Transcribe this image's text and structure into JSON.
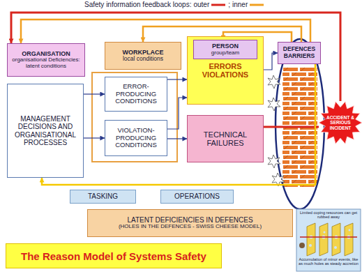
{
  "diagram": {
    "title": "The Reason Model of Systems Safety",
    "nodes": [
      {
        "text": [
          "ORGANISATION",
          "organisational Deficiencies: latent conditions"
        ]
      },
      {
        "text": [
          "WORKPLACE",
          "local conditions"
        ]
      },
      {
        "text": [
          "ERRORS VIOLATIONS"
        ]
      },
      {
        "text": [
          "PERSON",
          "group/team"
        ],
        "in": 2
      },
      {
        "text": [
          "DEFENCES BARRIERS"
        ]
      },
      {
        "text": [
          "MANAGEMENT DECISIONS AND ORGANISATIONAL PROCESSES"
        ]
      },
      {
        "text": [
          "ERROR-PRODUCING CONDITIONS"
        ]
      },
      {
        "text": [
          "VIOLATION-PRODUCING CONDITIONS"
        ]
      },
      {
        "text": [
          "TECHNICAL FAILURES"
        ]
      },
      {
        "text": [
          "ACCIDENT & SERIOUS INCIDENT"
        ]
      },
      {
        "text": [
          "TASKING"
        ]
      },
      {
        "text": [
          "OPERATIONS"
        ]
      },
      {
        "text": [
          "LATENT DEFICIENCIES IN DEFENCES",
          "(HOLES IN THE DEFENCES - SWISS CHEESE MODEL)"
        ]
      }
    ],
    "edges": [
      {
        "from": 9,
        "to": 0,
        "arrow": "to"
      },
      {
        "from": 4,
        "to": 0,
        "arrow": "to"
      },
      {
        "from": 4,
        "to": 1,
        "arrow": "to"
      },
      {
        "from": 4,
        "to": 3,
        "arrow": "to"
      },
      {
        "from": 5,
        "to": 6,
        "arrow": "to"
      },
      {
        "from": 5,
        "to": 7,
        "arrow": "to"
      },
      {
        "from": 6,
        "to": 2,
        "arrow": "to"
      },
      {
        "from": 7,
        "to": 2,
        "arrow": "to"
      },
      {
        "from": 7,
        "to": 8,
        "arrow": "to"
      },
      {
        "from": 2,
        "to": 4,
        "arrow": "to"
      },
      {
        "from": 8,
        "to": 9,
        "arrow": "to"
      },
      {
        "from": 4,
        "to": 5,
        "arrow": "to"
      }
    ],
    "labels": [
      "Safety information feedback loops:",
      ";",
      "Limited coping resources can get rubbed away",
      "Accumulation of minor events, like as much holes as steady accretion"
    ],
    "legend": [
      {
        "text": "outer"
      },
      {
        "text": "inner"
      }
    ]
  }
}
